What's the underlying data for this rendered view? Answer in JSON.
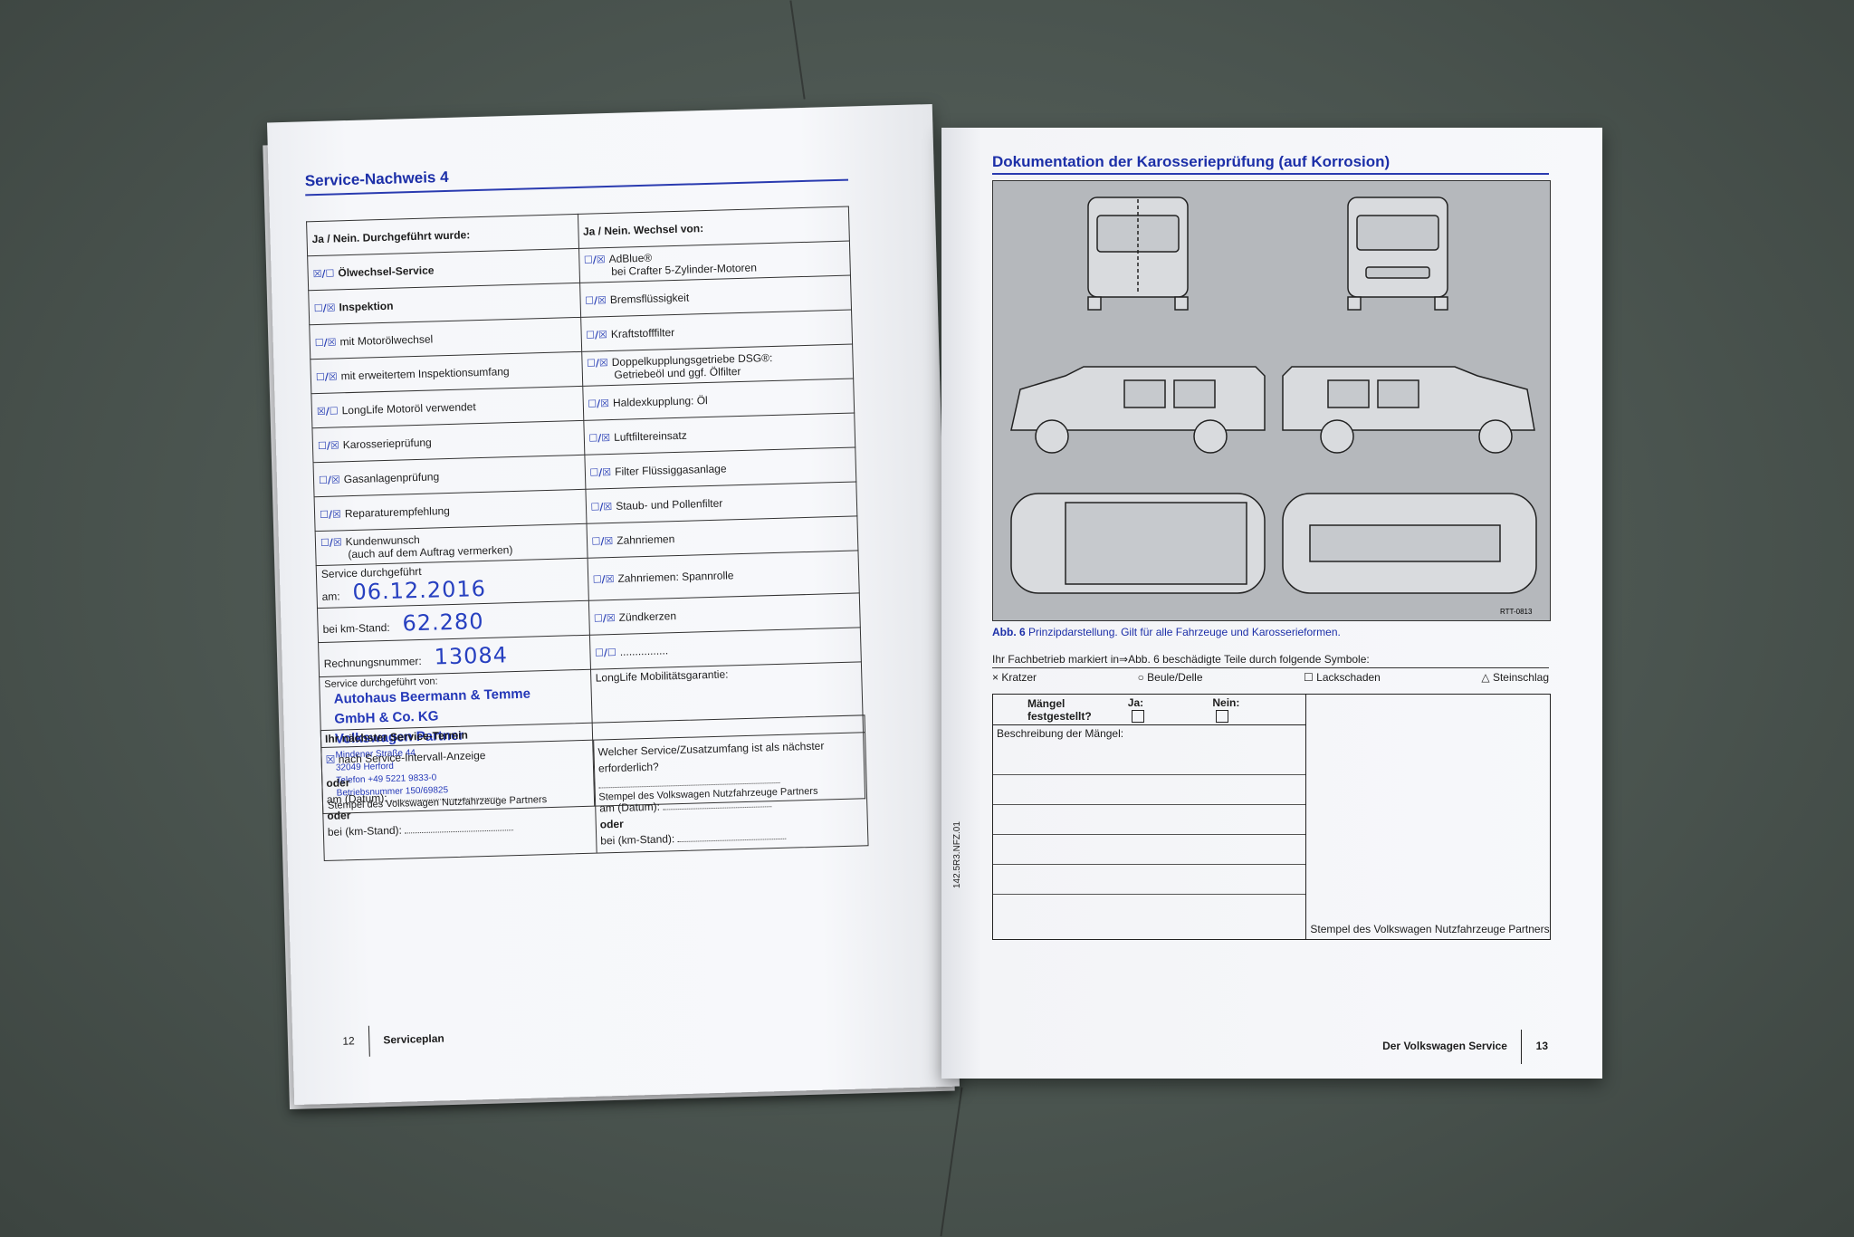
{
  "left_page": {
    "title": "Service-Nachweis 4",
    "col_left_header": "Ja / Nein. Durchgeführt wurde:",
    "col_right_header": "Ja / Nein. Wechsel von:",
    "left_rows": [
      {
        "mark": "☒/☐",
        "label": "Ölwechsel-Service",
        "bold": true
      },
      {
        "mark": "☐/☒",
        "label": "Inspektion",
        "bold": true
      },
      {
        "mark": "☐/☒",
        "label": "mit Motorölwechsel"
      },
      {
        "mark": "☐/☒",
        "label": "mit erweitertem Inspektionsumfang"
      },
      {
        "mark": "☒/☐",
        "label": "LongLife Motoröl verwendet"
      },
      {
        "mark": "☐/☒",
        "label": "Karosserieprüfung"
      },
      {
        "mark": "☐/☒",
        "label": "Gasanlagenprüfung"
      },
      {
        "mark": "☐/☒",
        "label": "Reparaturempfehlung"
      },
      {
        "mark": "☐/☒",
        "label": "Kundenwunsch",
        "label2": "(auch auf dem Auftrag vermerken)"
      }
    ],
    "right_rows": [
      {
        "mark": "☐/☒",
        "label": "AdBlue®",
        "label2": "bei Crafter 5-Zylinder-Motoren"
      },
      {
        "mark": "☐/☒",
        "label": "Bremsflüssigkeit"
      },
      {
        "mark": "☐/☒",
        "label": "Kraftstofffilter"
      },
      {
        "mark": "☐/☒",
        "label": "Doppelkupplungsgetriebe DSG®:",
        "label2": "Getriebeöl und ggf. Ölfilter"
      },
      {
        "mark": "☐/☒",
        "label": "Haldexkupplung: Öl"
      },
      {
        "mark": "☐/☒",
        "label": "Luftfiltereinsatz"
      },
      {
        "mark": "☐/☒",
        "label": "Filter Flüssiggasanlage"
      },
      {
        "mark": "☐/☒",
        "label": "Staub- und Pollenfilter"
      },
      {
        "mark": "☐/☒",
        "label": "Zahnriemen"
      },
      {
        "mark": "☐/☒",
        "label": "Zahnriemen: Spannrolle"
      },
      {
        "mark": "☐/☒",
        "label": "Zündkerzen"
      },
      {
        "mark": "☐/☐",
        "label": "................"
      }
    ],
    "date_label": "Service durchgeführt am:",
    "date_value": "06.12.2016",
    "km_label": "bei km-Stand:",
    "km_value": "62.280",
    "invoice_label": "Rechnungsnummer:",
    "invoice_value": "13084",
    "by_label": "Service durchgeführt von:",
    "mobility_label": "LongLife Mobilitätsgarantie:",
    "stamp_lines": [
      "Autohaus Beermann & Temme",
      "GmbH & Co. KG",
      "Volkswagen Partner"
    ],
    "stamp_small": [
      "Mindener Straße 44",
      "32049 Herford",
      "Telefon +49 5221 9833-0",
      "Betriebsnummer 150/69825"
    ],
    "stamp_caption_left": "Stempel des Volkswagen Nutzfahrzeuge Partners",
    "stamp_caption_right": "Stempel des Volkswagen Nutzfahrzeuge Partners",
    "next_title": "Ihr nächster Service-Termin",
    "next_interval": "nach Service-Intervall-Anzeige",
    "oder": "oder",
    "am_datum": "am (Datum):",
    "bei_km": "bei (km-Stand):",
    "next_question": "Welcher Service/Zusatzumfang ist als nächster erforderlich?",
    "page_number": "12",
    "section": "Serviceplan"
  },
  "right_page": {
    "title": "Dokumentation der Karosserieprüfung (auf Korrosion)",
    "fig_code": "RTT-0813",
    "caption_bold": "Abb. 6",
    "caption_text": "Prinzipdarstellung. Gilt für alle Fahrzeuge und Karosserieformen.",
    "symbols_intro": "Ihr Fachbetrieb markiert in⇒Abb. 6 beschädigte Teile durch folgende Symbole:",
    "symbols": [
      "× Kratzer",
      "○ Beule/Delle",
      "☐ Lackschaden",
      "△ Steinschlag"
    ],
    "defects_label": "Mängel festgestellt?",
    "ja": "Ja:",
    "nein": "Nein:",
    "description_label": "Beschreibung der Mängel:",
    "stamp_caption": "Stempel des Volkswagen Nutzfahrzeuge Partners",
    "side_code": "142.5R3.NFZ.01",
    "footer_section": "Der Volkswagen Service",
    "page_number": "13"
  }
}
